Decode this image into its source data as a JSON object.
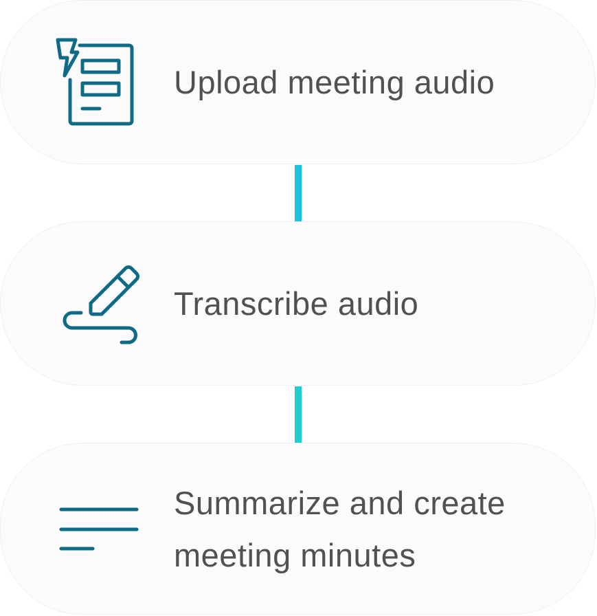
{
  "flow": {
    "steps": [
      {
        "icon": "document-upload-icon",
        "label": "Upload meeting audio"
      },
      {
        "icon": "pen-signature-icon",
        "label": "Transcribe audio"
      },
      {
        "icon": "text-lines-icon",
        "label": "Summarize and create meeting minutes"
      }
    ],
    "connectors": [
      {
        "color": "#1ec3e2"
      },
      {
        "color": "#20cdd0"
      }
    ]
  },
  "colors": {
    "icon": "#0f6a85",
    "text": "#505055",
    "card_bg": "#fbfbfc",
    "card_border": "#f0eff2"
  }
}
